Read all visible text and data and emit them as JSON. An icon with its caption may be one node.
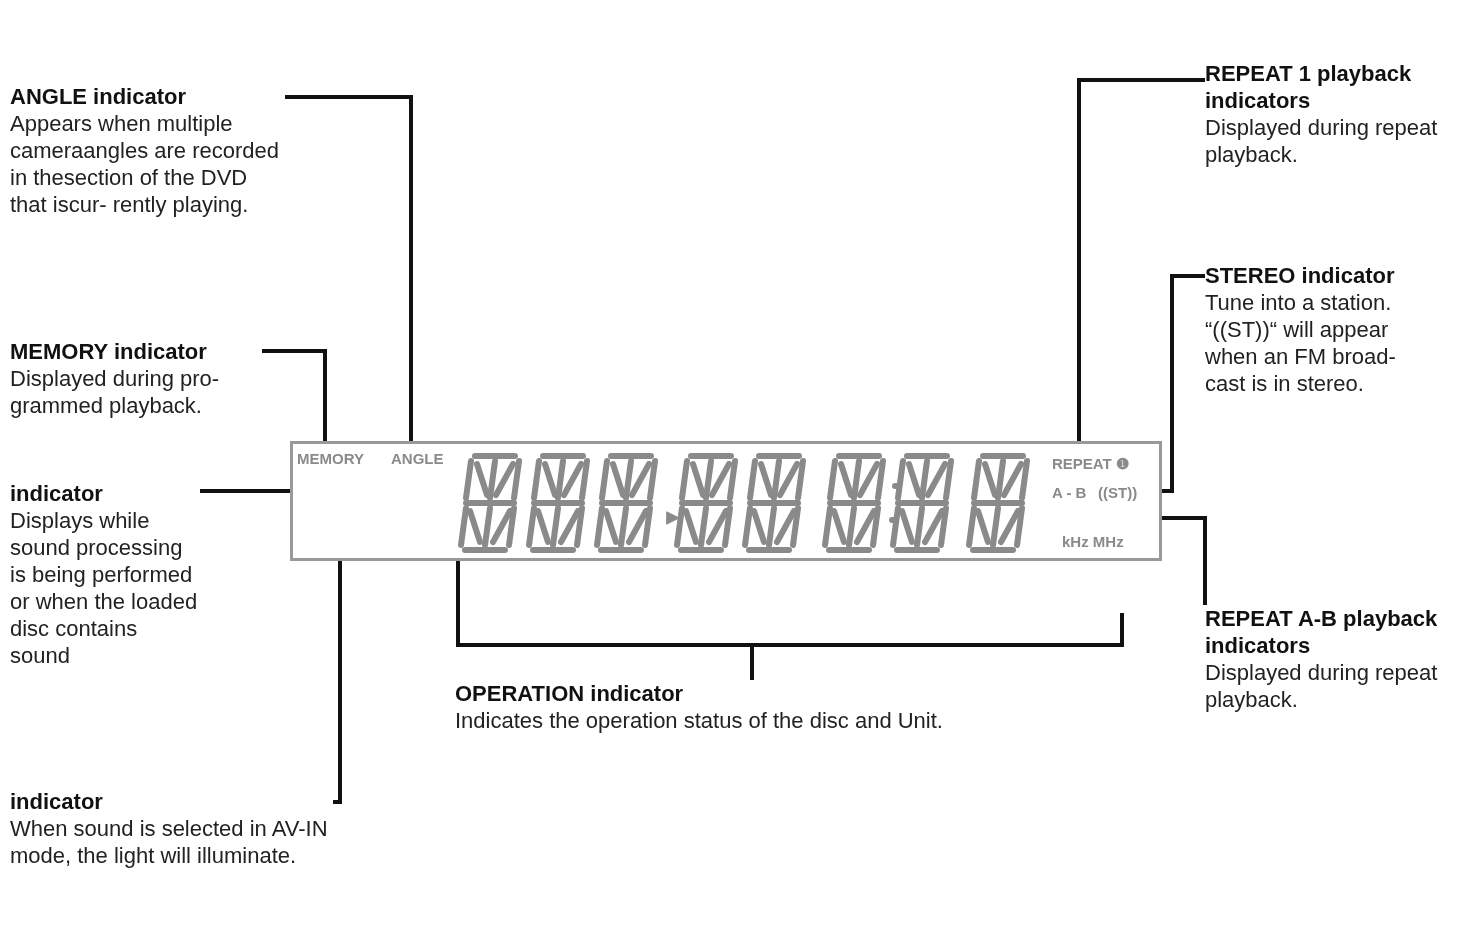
{
  "diagram": {
    "nodes": [
      {
        "text": [
          "ANGLE indicator",
          "Appears when multiple cameraangles are recorded in thesection of the DVD that iscur- rently playing."
        ]
      },
      {
        "text": [
          "MEMORY indicator",
          "Displayed during pro- grammed playback."
        ]
      },
      {
        "text": [
          "indicator",
          "Displays while sound processing is being performed or when the loaded disc contains sound"
        ]
      },
      {
        "text": [
          "indicator",
          "When sound is selected in AV-IN mode, the light will illuminate."
        ]
      },
      {
        "text": [
          "OPERATION indicator",
          "Indicates the operation status of the disc and Unit."
        ]
      },
      {
        "text": [
          "REPEAT 1 playback indicators",
          "Displayed during repeat playback."
        ]
      },
      {
        "text": [
          "STEREO indicator",
          "Tune into a station. “((ST))“ will appear when an FM broad- cast is in stereo."
        ]
      },
      {
        "text": [
          "REPEAT A-B playback indicators",
          "Displayed during repeat playback."
        ]
      },
      {
        "text": [],
        "shape": "box"
      },
      {
        "text": [
          "MEMORY"
        ],
        "in": 8
      },
      {
        "text": [
          "ANGLE"
        ],
        "in": 8
      },
      {
        "text": [
          "REPEAT ❶"
        ],
        "in": 8
      },
      {
        "text": [
          "A - B"
        ],
        "in": 8
      },
      {
        "text": [
          "((ST))"
        ],
        "in": 8
      },
      {
        "text": [],
        "shape": "box",
        "in": 8
      }
    ],
    "edges": [
      {
        "from": 0,
        "to": 10,
        "arrow": "none"
      },
      {
        "from": 1,
        "to": 9,
        "arrow": "none"
      },
      {
        "from": 2,
        "to": 8,
        "arrow": "none"
      },
      {
        "from": 3,
        "to": 8,
        "arrow": "none"
      },
      {
        "from": 4,
        "to": 14,
        "arrow": "none"
      },
      {
        "from": 5,
        "to": 11,
        "arrow": "none"
      },
      {
        "from": 6,
        "to": 13,
        "arrow": "none"
      },
      {
        "from": 7,
        "to": 12,
        "arrow": "none"
      }
    ],
    "labels": [
      "kHz MHz"
    ]
  }
}
